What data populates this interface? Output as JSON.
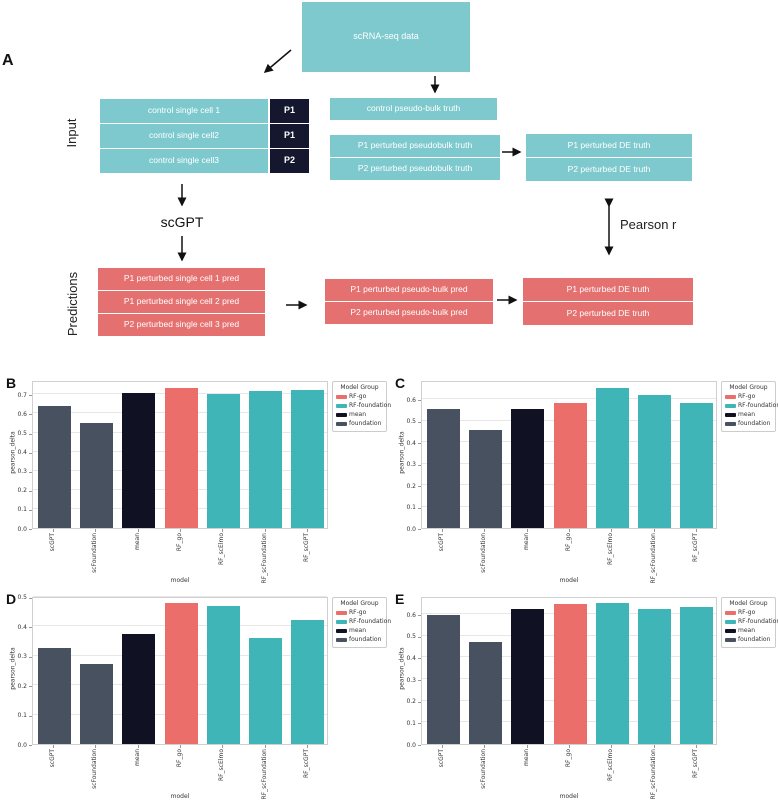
{
  "diagram": {
    "panel_label": "A",
    "scrna_box": "scRNA-seq data",
    "input_label": "Input",
    "input_rows": [
      "control single cell 1",
      "control single cell2",
      "control single cell3"
    ],
    "input_tags": [
      "P1",
      "P1",
      "P2"
    ],
    "control_bulk_truth": "control pseudo-bulk truth",
    "perturbed_bulk_truth": [
      "P1 perturbed pseudobulk truth",
      "P2 perturbed pseudobulk truth"
    ],
    "de_truth_input": [
      "P1 perturbed DE truth",
      "P2 perturbed DE truth"
    ],
    "model_name": "scGPT",
    "pearson_label": "Pearson r",
    "predictions_label": "Predictions",
    "pred_single_rows": [
      "P1 perturbed single cell 1 pred",
      "P1 perturbed single cell 2 pred",
      "P2 perturbed single cell 3 pred"
    ],
    "pred_bulk_rows": [
      "P1 perturbed pseudo-bulk pred",
      "P2 perturbed pseudo-bulk pred"
    ],
    "de_truth_pred": [
      "P1 perturbed DE truth",
      "P2 perturbed DE truth"
    ],
    "colors": {
      "teal": "#7DC9CE",
      "red": "#E57070",
      "dark_navy": "#15172E"
    }
  },
  "legend": {
    "title": "Model Group",
    "entries": [
      {
        "label": "RF-go",
        "color": "#EC6E6B"
      },
      {
        "label": "RF-foundation",
        "color": "#40B5B8"
      },
      {
        "label": "mean",
        "color": "#101123"
      },
      {
        "label": "foundation",
        "color": "#47515F"
      }
    ]
  },
  "chart_data": [
    {
      "panel": "B",
      "type": "bar",
      "title": "",
      "xlabel": "model",
      "ylabel": "pearson_delta",
      "categories": [
        "scGPT",
        "scFoundation",
        "mean",
        "RF_go",
        "RF_scElmo",
        "RF_scFoundation",
        "RF_scGPT"
      ],
      "values": [
        0.64,
        0.551,
        0.708,
        0.735,
        0.704,
        0.716,
        0.724
      ],
      "groups": [
        "foundation",
        "foundation",
        "mean",
        "RF-go",
        "RF-foundation",
        "RF-foundation",
        "RF-foundation"
      ],
      "yticks": [
        0.0,
        0.1,
        0.2,
        0.3,
        0.4,
        0.5,
        0.6,
        0.7
      ],
      "ylim": [
        0,
        0.775
      ],
      "grid": true,
      "legend_position": "right"
    },
    {
      "panel": "C",
      "type": "bar",
      "title": "",
      "xlabel": "model",
      "ylabel": "pearson_delta",
      "categories": [
        "scGPT",
        "scFoundation",
        "mean",
        "RF_go",
        "RF_scElmo",
        "RF_scFoundation",
        "RF_scGPT"
      ],
      "values": [
        0.553,
        0.458,
        0.557,
        0.585,
        0.655,
        0.62,
        0.581
      ],
      "groups": [
        "foundation",
        "foundation",
        "mean",
        "RF-go",
        "RF-foundation",
        "RF-foundation",
        "RF-foundation"
      ],
      "yticks": [
        0.0,
        0.1,
        0.2,
        0.3,
        0.4,
        0.5,
        0.6
      ],
      "ylim": [
        0,
        0.69
      ],
      "grid": true,
      "legend_position": "right"
    },
    {
      "panel": "D",
      "type": "bar",
      "title": "",
      "xlabel": "model",
      "ylabel": "pearson_delta",
      "categories": [
        "scGPT",
        "scFoundation",
        "mean",
        "RF_go",
        "RF_scElmo",
        "RF_scFoundation",
        "RF_scGPT"
      ],
      "values": [
        0.325,
        0.27,
        0.372,
        0.478,
        0.468,
        0.358,
        0.42
      ],
      "groups": [
        "foundation",
        "foundation",
        "mean",
        "RF-go",
        "RF-foundation",
        "RF-foundation",
        "RF-foundation"
      ],
      "yticks": [
        0.0,
        0.1,
        0.2,
        0.3,
        0.4,
        0.5
      ],
      "ylim": [
        0,
        0.502
      ],
      "grid": true,
      "legend_position": "right"
    },
    {
      "panel": "E",
      "type": "bar",
      "title": "",
      "xlabel": "model",
      "ylabel": "pearson_delta",
      "categories": [
        "scGPT",
        "scFoundation",
        "mean",
        "RF_go",
        "RF_scElmo",
        "RF_scFoundation",
        "RF_scGPT"
      ],
      "values": [
        0.595,
        0.47,
        0.625,
        0.645,
        0.651,
        0.623,
        0.633
      ],
      "groups": [
        "foundation",
        "foundation",
        "mean",
        "RF-go",
        "RF-foundation",
        "RF-foundation",
        "RF-foundation"
      ],
      "yticks": [
        0.0,
        0.1,
        0.2,
        0.3,
        0.4,
        0.5,
        0.6
      ],
      "ylim": [
        0,
        0.684
      ],
      "grid": true,
      "legend_position": "right"
    }
  ]
}
